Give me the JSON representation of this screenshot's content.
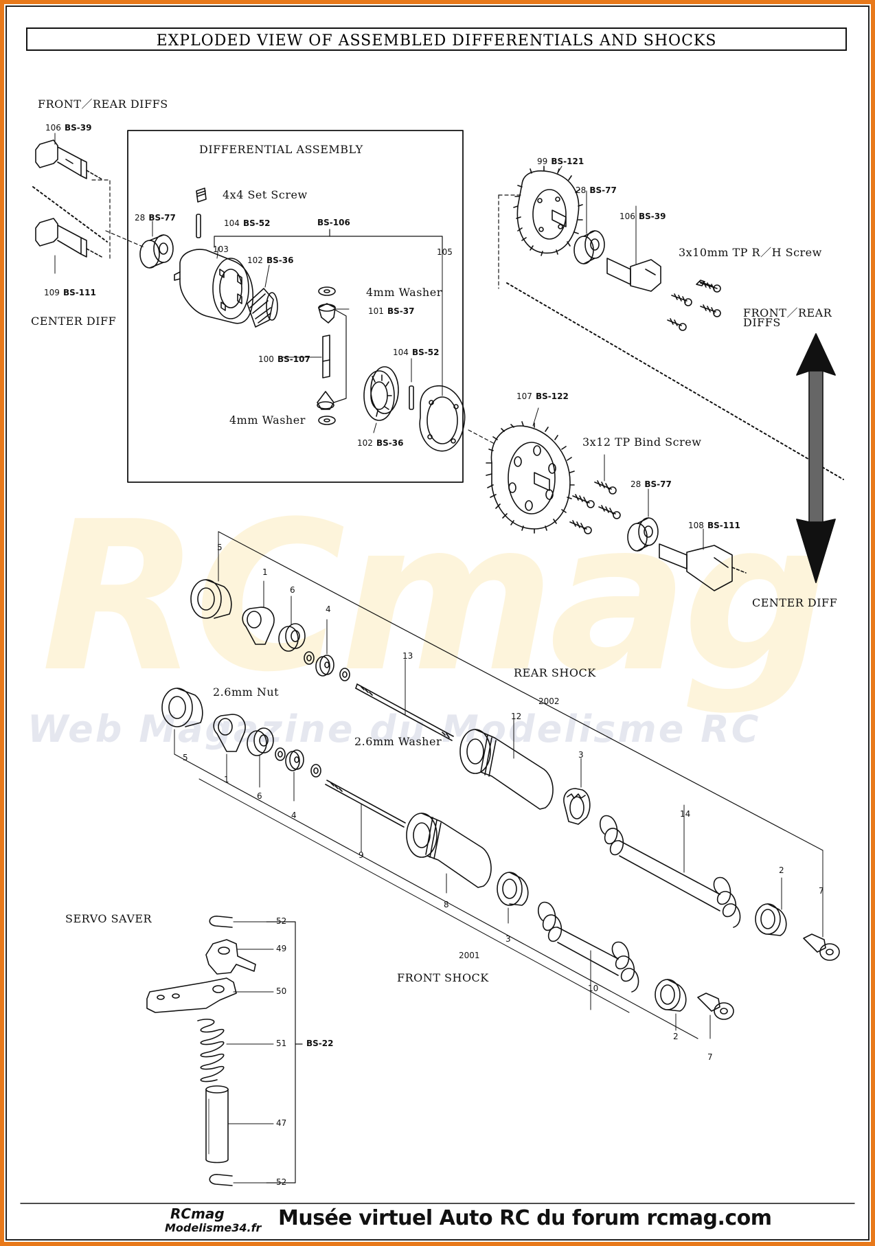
{
  "title": "EXPLODED VIEW OF ASSEMBLED DIFFERENTIALS AND SHOCKS",
  "sections": {
    "front_rear_diffs_left": "FRONT／REAR DIFFS",
    "center_diff_left": "CENTER DIFF",
    "differential_assembly": "DIFFERENTIAL ASSEMBLY",
    "front_rear_diffs_right_line1": "FRONT／REAR",
    "front_rear_diffs_right_line2": "DIFFS",
    "center_diff_right": "CENTER DIFF",
    "rear_shock": "REAR SHOCK",
    "front_shock": "FRONT SHOCK",
    "servo_saver": "SERVO SAVER"
  },
  "callouts": {
    "set_screw": "4x4 Set Screw",
    "washer_upper": "4mm Washer",
    "washer_lower": "4mm Washer",
    "tp_rh_screw": "3x10mm TP R／H Screw",
    "tp_bind_screw": "3x12 TP Bind Screw",
    "nut": "2.6mm Nut",
    "washer_26": "2.6mm Washer"
  },
  "parts": {
    "p106_bs39_left": {
      "num": "106",
      "code": "BS-39"
    },
    "p109_bs111": {
      "num": "109",
      "code": "BS-111"
    },
    "p28_bs77_left": {
      "num": "28",
      "code": "BS-77"
    },
    "p104_bs52_upper": {
      "num": "104",
      "code": "BS-52"
    },
    "bs106": {
      "code": "BS-106"
    },
    "p103": {
      "num": "103"
    },
    "p102_bs36_upper": {
      "num": "102",
      "code": "BS-36"
    },
    "p105": {
      "num": "105"
    },
    "p101_bs37": {
      "num": "101",
      "code": "BS-37"
    },
    "p100_bs107": {
      "num": "100",
      "code": "BS-107"
    },
    "p104_bs52_lower": {
      "num": "104",
      "code": "BS-52"
    },
    "p102_bs36_lower": {
      "num": "102",
      "code": "BS-36"
    },
    "p99_bs121": {
      "num": "99",
      "code": "BS-121"
    },
    "p28_bs77_upper_right": {
      "num": "28",
      "code": "BS-77"
    },
    "p106_bs39_right": {
      "num": "106",
      "code": "BS-39"
    },
    "p107_bs122": {
      "num": "107",
      "code": "BS-122"
    },
    "p28_bs77_lower_right": {
      "num": "28",
      "code": "BS-77"
    },
    "p108_bs111": {
      "num": "108",
      "code": "BS-111"
    }
  },
  "shock_numbers": {
    "rear": [
      "5",
      "1",
      "6",
      "4",
      "13",
      "12",
      "3",
      "14",
      "2",
      "7"
    ],
    "rear_kit": "2002",
    "front": [
      "5",
      "1",
      "6",
      "4",
      "9",
      "8",
      "3",
      "10",
      "2",
      "7"
    ],
    "front_kit": "2001"
  },
  "servo_saver_parts": [
    "52",
    "49",
    "50",
    "51",
    "47",
    "52"
  ],
  "servo_saver_kit": "BS-22",
  "watermark": {
    "logo": "RCmag",
    "tagline": "Web Magazine du Modelisme RC"
  },
  "footer": {
    "logo_top": "RCmag",
    "logo_bottom": "Modelisme34.fr",
    "text": "Musée virtuel Auto RC du forum rcmag.com"
  },
  "colors": {
    "frame_border": "#e8791a",
    "ink": "#111111",
    "watermark_yellow": "#f5cd5a"
  }
}
